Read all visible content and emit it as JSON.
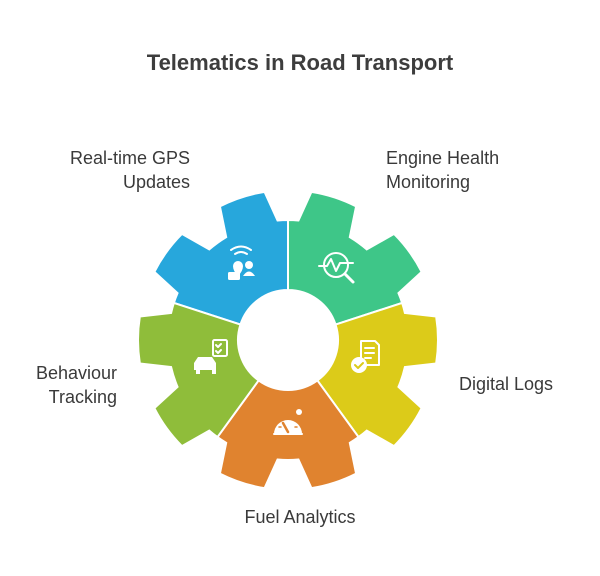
{
  "title": "Telematics in Road Transport",
  "segments": [
    {
      "key": "gps",
      "lines": [
        "Real-time GPS",
        "Updates"
      ],
      "color": "#27a7dc",
      "icon": "gps-tracking-icon"
    },
    {
      "key": "engine",
      "lines": [
        "Engine Health",
        "Monitoring"
      ],
      "color": "#3ec688",
      "icon": "health-monitor-icon"
    },
    {
      "key": "digital",
      "lines": [
        "Digital Logs"
      ],
      "color": "#dccb19",
      "icon": "log-document-icon"
    },
    {
      "key": "fuel",
      "lines": [
        "Fuel Analytics"
      ],
      "color": "#e0832f",
      "icon": "fuel-gauge-icon"
    },
    {
      "key": "behaviour",
      "lines": [
        "Behaviour",
        "Tracking"
      ],
      "color": "#8fbd3a",
      "icon": "car-checklist-icon"
    }
  ]
}
